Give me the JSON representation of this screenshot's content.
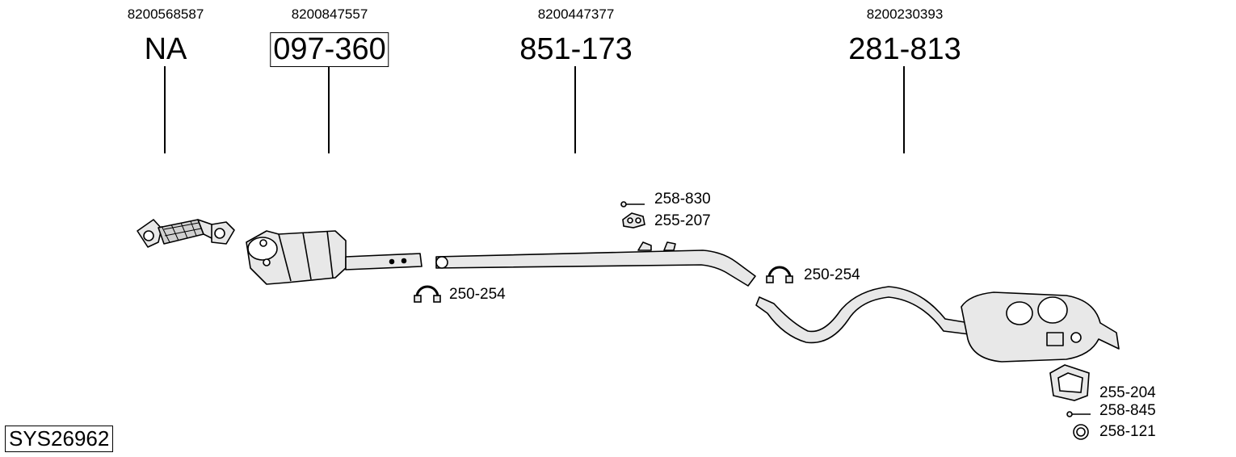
{
  "columns": [
    {
      "oem": "8200568587",
      "part": "NA",
      "boxed": false
    },
    {
      "oem": "8200847557",
      "part": "097-360",
      "boxed": true
    },
    {
      "oem": "8200447377",
      "part": "851-173",
      "boxed": false
    },
    {
      "oem": "8200230393",
      "part": "281-813",
      "boxed": false
    }
  ],
  "accessories": {
    "bolt_top": "258-830",
    "hanger_top": "255-207",
    "clamp_left": "250-254",
    "clamp_mid": "250-254",
    "hanger_bottom": "255-204",
    "bolt_bottom": "258-845",
    "ring_bottom": "258-121"
  },
  "system_code": "SYS26962"
}
